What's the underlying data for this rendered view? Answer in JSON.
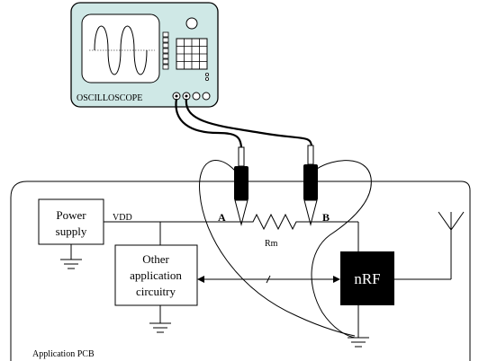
{
  "oscilloscope": {
    "label": "OSCILLOSCOPE"
  },
  "power_supply": {
    "line1": "Power",
    "line2": "supply"
  },
  "vdd_label": "VDD",
  "node_a": "A",
  "node_b": "B",
  "resistor_label": "Rm",
  "other_circuitry": {
    "line1": "Other",
    "line2": "application",
    "line3": "circuitry"
  },
  "chip_label": "nRF",
  "pcb_label": "Application PCB",
  "colors": {
    "scope_body": "#cfe8e6",
    "screen": "#ffffff",
    "chip": "#000000",
    "chip_text": "#ffffff"
  }
}
